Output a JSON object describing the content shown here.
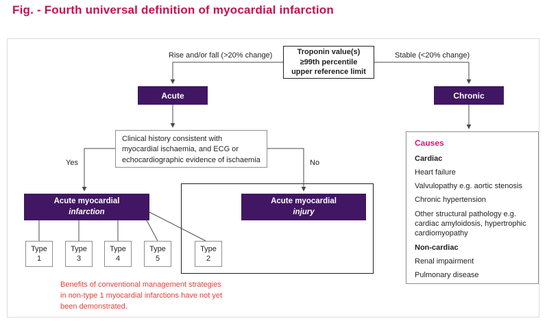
{
  "title": "Fig. - Fourth universal definition of myocardial infarction",
  "colors": {
    "accent": "#C5114E",
    "purple": "#411663",
    "pink": "#E5127E",
    "warning": "#E64038",
    "line": "#4A4A4A"
  },
  "flow": {
    "troponin_lines": [
      "Troponin value(s)",
      "≥99th percentile",
      "upper reference limit"
    ],
    "branch_left": "Rise and/or fall (>20% change)",
    "branch_right": "Stable (<20% change)",
    "acute": "Acute",
    "chronic": "Chronic",
    "clinical_lines": [
      "Clinical history consistent with",
      "myocardial ischaemia, and ECG or",
      "echocardiographic evidence of ischaemia"
    ],
    "yes": "Yes",
    "no": "No",
    "infarction_line1": "Acute myocardial",
    "infarction_line2": "infarction",
    "injury_line1": "Acute myocardial",
    "injury_line2": "injury",
    "type_word": "Type",
    "type_numbers": [
      "1",
      "3",
      "4",
      "5",
      "2"
    ],
    "note_lines": [
      "Benefits of conventional management strategies",
      "in non-type 1 myocardial infarctions have not yet",
      "been demonstrated."
    ]
  },
  "causes": {
    "heading": "Causes",
    "cardiac_heading": "Cardiac",
    "cardiac_items": [
      "Heart failure",
      "Valvulopathy e.g. aortic stenosis",
      "Chronic hypertension",
      "Other structural pathology e.g. cardiac amyloidosis, hypertrophic cardiomyopathy"
    ],
    "noncardiac_heading": "Non-cardiac",
    "noncardiac_items": [
      "Renal impairment",
      "Pulmonary disease"
    ]
  }
}
